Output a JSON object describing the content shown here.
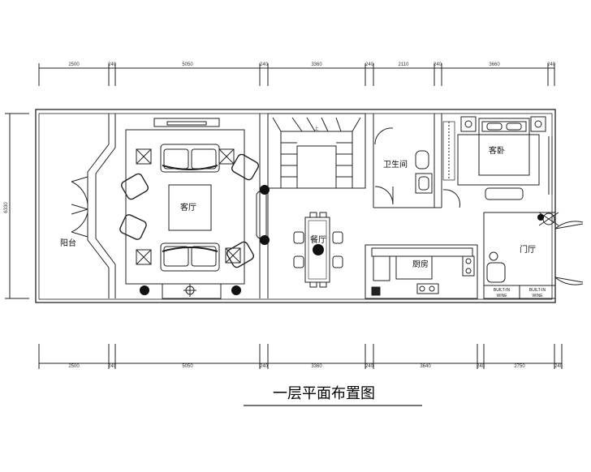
{
  "top_dimensions": [
    "2500",
    "240",
    "5050",
    "240",
    "3360",
    "240",
    "2110",
    "240",
    "3660",
    "240"
  ],
  "bottom_dimensions": [
    "2500",
    "240",
    "5050",
    "240",
    "3360",
    "240",
    "3640",
    "240",
    "2750",
    "240"
  ],
  "side_dimension": "6330",
  "rooms": {
    "balcony": "阳台",
    "living": "客厅",
    "dining": "餐厅",
    "bathroom": "卫生间",
    "bedroom": "客卧",
    "kitchen": "厨房",
    "foyer": "门厅"
  },
  "wine_labels": [
    "BUILT-IN",
    "WINE",
    "BUILT-IN",
    "WINE"
  ],
  "stair_marker": "上",
  "title": "一层平面布置图"
}
